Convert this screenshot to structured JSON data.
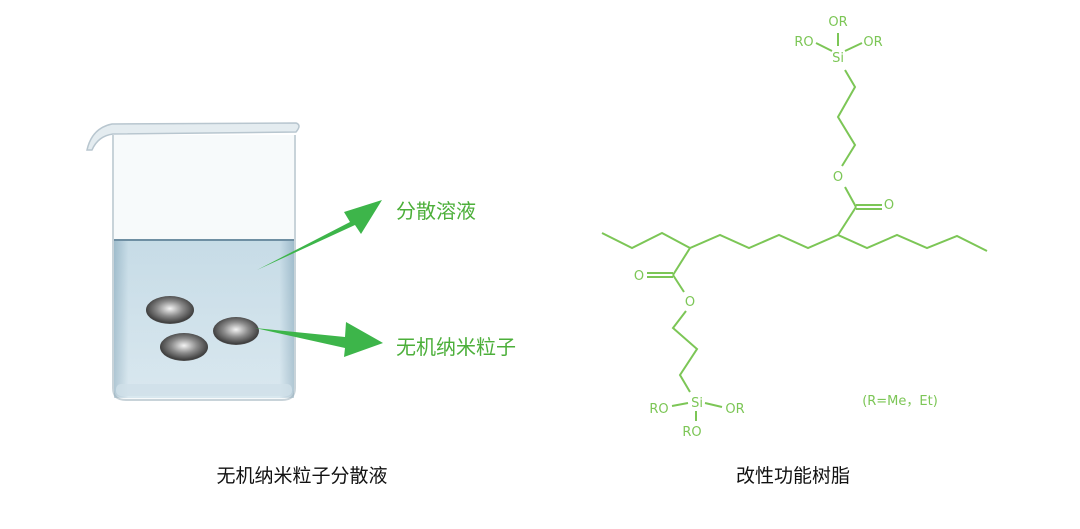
{
  "beaker_labels": {
    "solution": "分散溶液",
    "particles": "无机纳米粒子"
  },
  "captions": {
    "left": "无机纳米粒子分散液",
    "right": "改性功能树脂"
  },
  "structure": {
    "top_si": {
      "si": "Si",
      "or_top": "OR",
      "ro_left": "RO",
      "or_right": "OR"
    },
    "top_ester": {
      "o_ether": "O",
      "o_carbonyl": "O"
    },
    "bottom_ester": {
      "o_carbonyl": "O",
      "o_ether": "O"
    },
    "bottom_si": {
      "si": "Si",
      "ro_left": "RO",
      "or_right": "OR",
      "ro_bottom": "RO"
    },
    "note": "(R=Me，Et)"
  },
  "colors": {
    "arrow": "#3db54a",
    "structure": "#7cc656",
    "label": "#4caf3a"
  }
}
